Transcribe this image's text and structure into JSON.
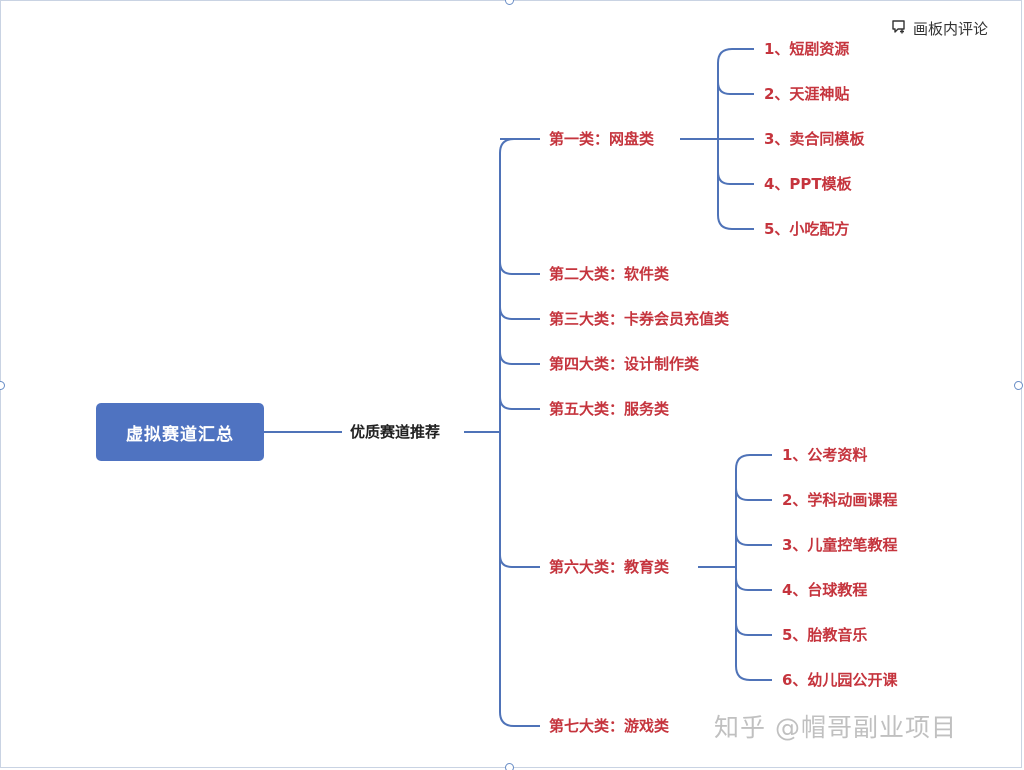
{
  "toolbar": {
    "comment_label": "画板内评论",
    "comment_icon": "comment-add-icon"
  },
  "mindmap": {
    "root": "虚拟赛道汇总",
    "hub": "优质赛道推荐",
    "categories": [
      {
        "label": "第一类：网盘类",
        "children": [
          "1、短剧资源",
          "2、天涯神贴",
          "3、卖合同模板",
          "4、PPT模板",
          "5、小吃配方"
        ]
      },
      {
        "label": "第二大类：软件类",
        "children": []
      },
      {
        "label": "第三大类：卡券会员充值类",
        "children": []
      },
      {
        "label": "第四大类：设计制作类",
        "children": []
      },
      {
        "label": "第五大类：服务类",
        "children": []
      },
      {
        "label": "第六大类：教育类",
        "children": [
          "1、公考资料",
          "2、学科动画课程",
          "3、儿童控笔教程",
          "4、台球教程",
          "5、胎教音乐",
          "6、幼儿园公开课"
        ]
      },
      {
        "label": "第七大类：游戏类",
        "children": []
      }
    ]
  },
  "watermark": "知乎 @帽哥副业项目",
  "colors": {
    "root_fill": "#4f73c1",
    "connector": "#4f73b8",
    "category_text": "#c5343d",
    "hub_text": "#222222"
  }
}
